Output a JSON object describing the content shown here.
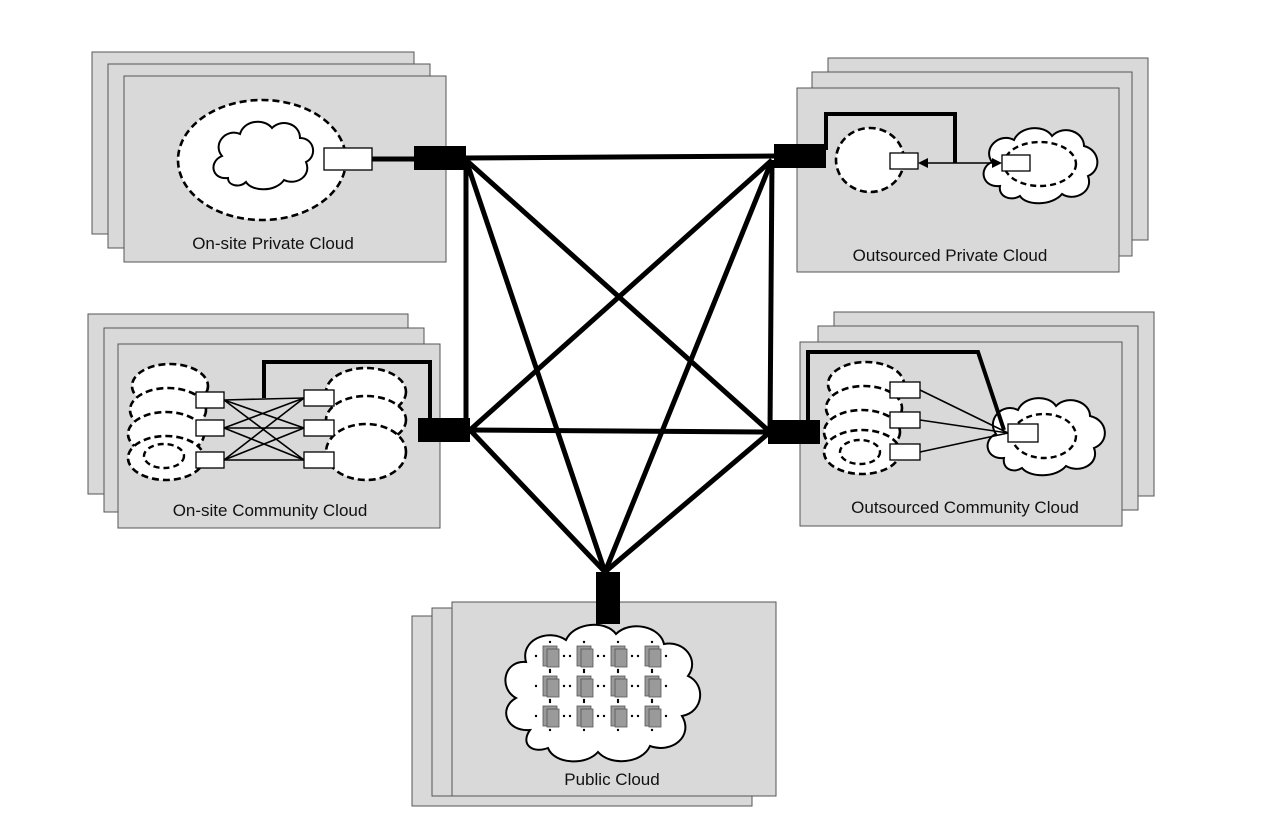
{
  "diagram": {
    "panels": {
      "onsite_private": {
        "label": "On-site Private Cloud"
      },
      "outsourced_private": {
        "label": "Outsourced Private Cloud"
      },
      "onsite_community": {
        "label": "On-site Community Cloud"
      },
      "outsourced_community": {
        "label": "Outsourced Community Cloud"
      },
      "public": {
        "label": "Public Cloud"
      }
    }
  }
}
